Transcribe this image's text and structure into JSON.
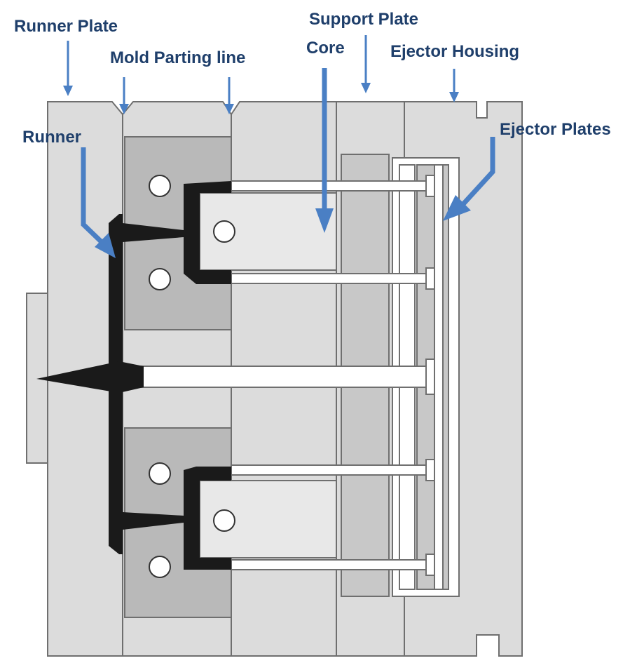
{
  "labels": {
    "runner_plate": "Runner Plate",
    "mold_parting_line": "Mold Parting line",
    "support_plate": "Support Plate",
    "core": "Core",
    "ejector_housing": "Ejector Housing",
    "ejector_plates": "Ejector Plates",
    "runner": "Runner"
  },
  "colors": {
    "label_text": "#1f3f6b",
    "arrow": "#4a7fc4",
    "plate_light": "#dcdcdc",
    "plate_medium": "#b9b9b9",
    "plastic": "#1a1a1a",
    "outline": "#6f6f6f"
  }
}
